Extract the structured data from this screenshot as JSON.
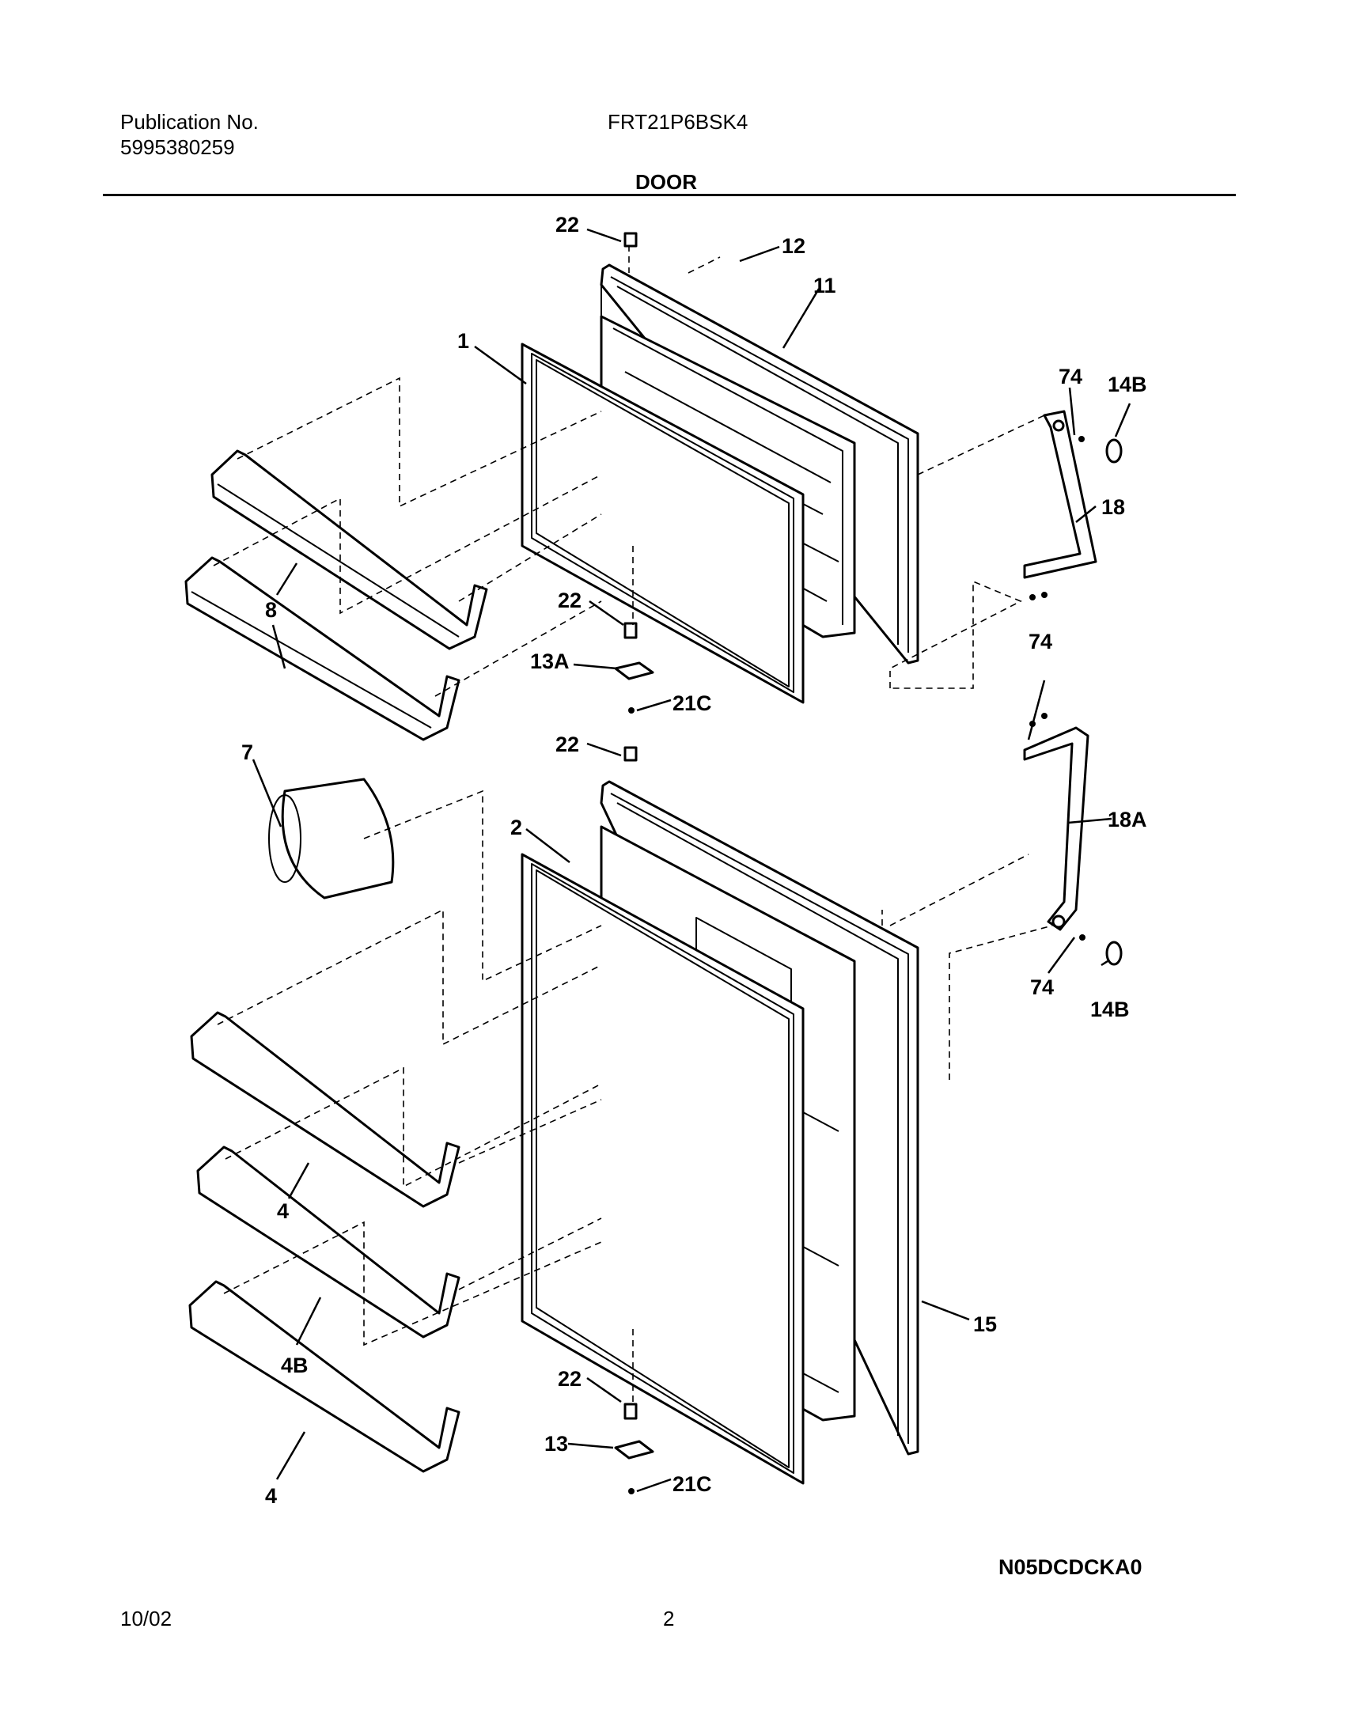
{
  "header": {
    "publication_label": "Publication No.",
    "publication_number": "5995380259",
    "model": "FRT21P6BSK4",
    "section_title": "DOOR"
  },
  "diagram": {
    "callouts": [
      "22",
      "12",
      "11",
      "1",
      "74",
      "14B",
      "18",
      "8",
      "22",
      "13A",
      "21C",
      "74",
      "22",
      "7",
      "2",
      "18A",
      "74",
      "14B",
      "4",
      "4B",
      "4",
      "15",
      "22",
      "13",
      "21C"
    ],
    "drawing_code": "N05DCDCKA0"
  },
  "footer": {
    "date": "10/02",
    "page": "2"
  }
}
